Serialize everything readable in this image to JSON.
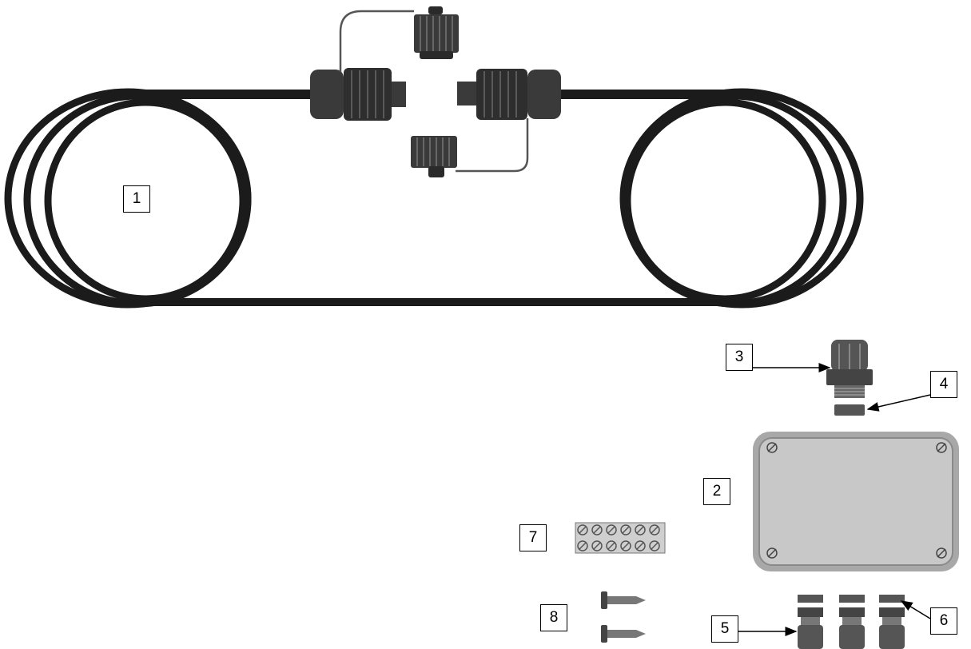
{
  "callouts": [
    {
      "id": "cable-coil",
      "label": "1"
    },
    {
      "id": "junction-box",
      "label": "2"
    },
    {
      "id": "cable-gland-large",
      "label": "3"
    },
    {
      "id": "gland-nut-large",
      "label": "4"
    },
    {
      "id": "cable-glands-small",
      "label": "5"
    },
    {
      "id": "gland-nuts-small",
      "label": "6"
    },
    {
      "id": "terminal-strip",
      "label": "7"
    },
    {
      "id": "screws",
      "label": "8"
    }
  ],
  "colors": {
    "cable": "#1b1b1b",
    "connector": "#3a3a3a",
    "box_fill": "#c8c8c8",
    "box_border": "#8a8a8a",
    "terminal": "#cfcfcf"
  }
}
